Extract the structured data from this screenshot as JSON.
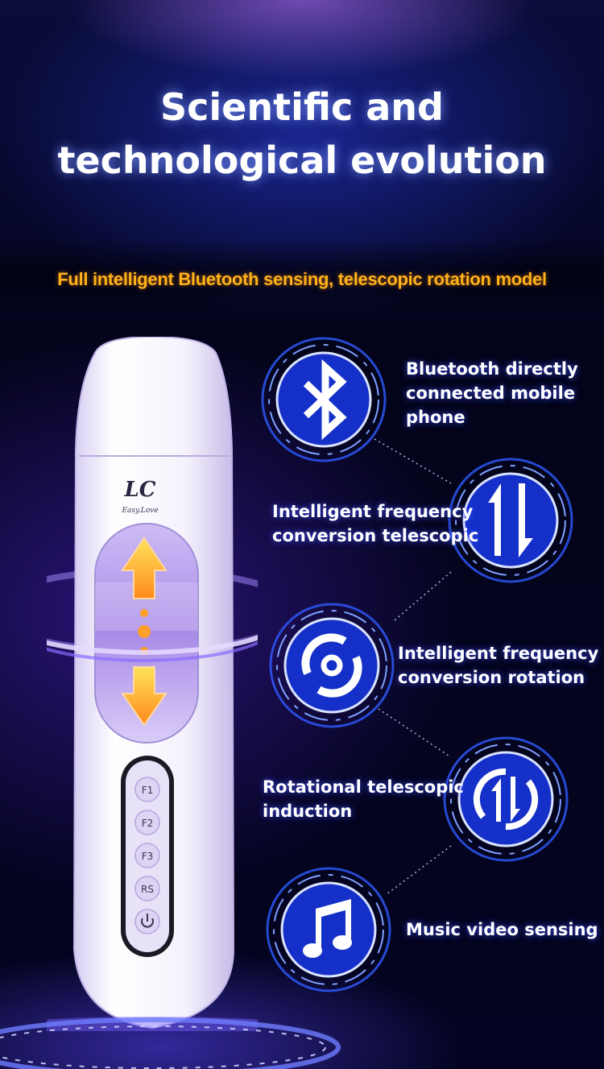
{
  "header": {
    "title_line1": "Scientific and",
    "title_line2": "technological evolution",
    "subtitle": "Full intelligent Bluetooth sensing, telescopic rotation model"
  },
  "device": {
    "brand_mark": "LC",
    "brand_name": "Easy.Love",
    "buttons": [
      "F1",
      "F2",
      "F3",
      "RS"
    ],
    "power_icon": "power-icon"
  },
  "features": [
    {
      "icon": "bluetooth-icon",
      "lines": [
        "Bluetooth directly",
        "connected mobile",
        "phone"
      ]
    },
    {
      "icon": "up-down-arrows-icon",
      "lines": [
        "Intelligent frequency",
        "conversion telescopic"
      ]
    },
    {
      "icon": "rotation-icon",
      "lines": [
        "Intelligent frequency",
        "conversion rotation"
      ]
    },
    {
      "icon": "rotate-telescopic-icon",
      "lines": [
        "Rotational telescopic",
        "induction"
      ]
    },
    {
      "icon": "music-note-icon",
      "lines": [
        "Music video sensing"
      ]
    }
  ],
  "colors": {
    "accent_orange": "#ffb21a",
    "glow_blue": "#2f5bff",
    "device_white": "#f4f1fb",
    "window_purple": "#b59cf0"
  }
}
